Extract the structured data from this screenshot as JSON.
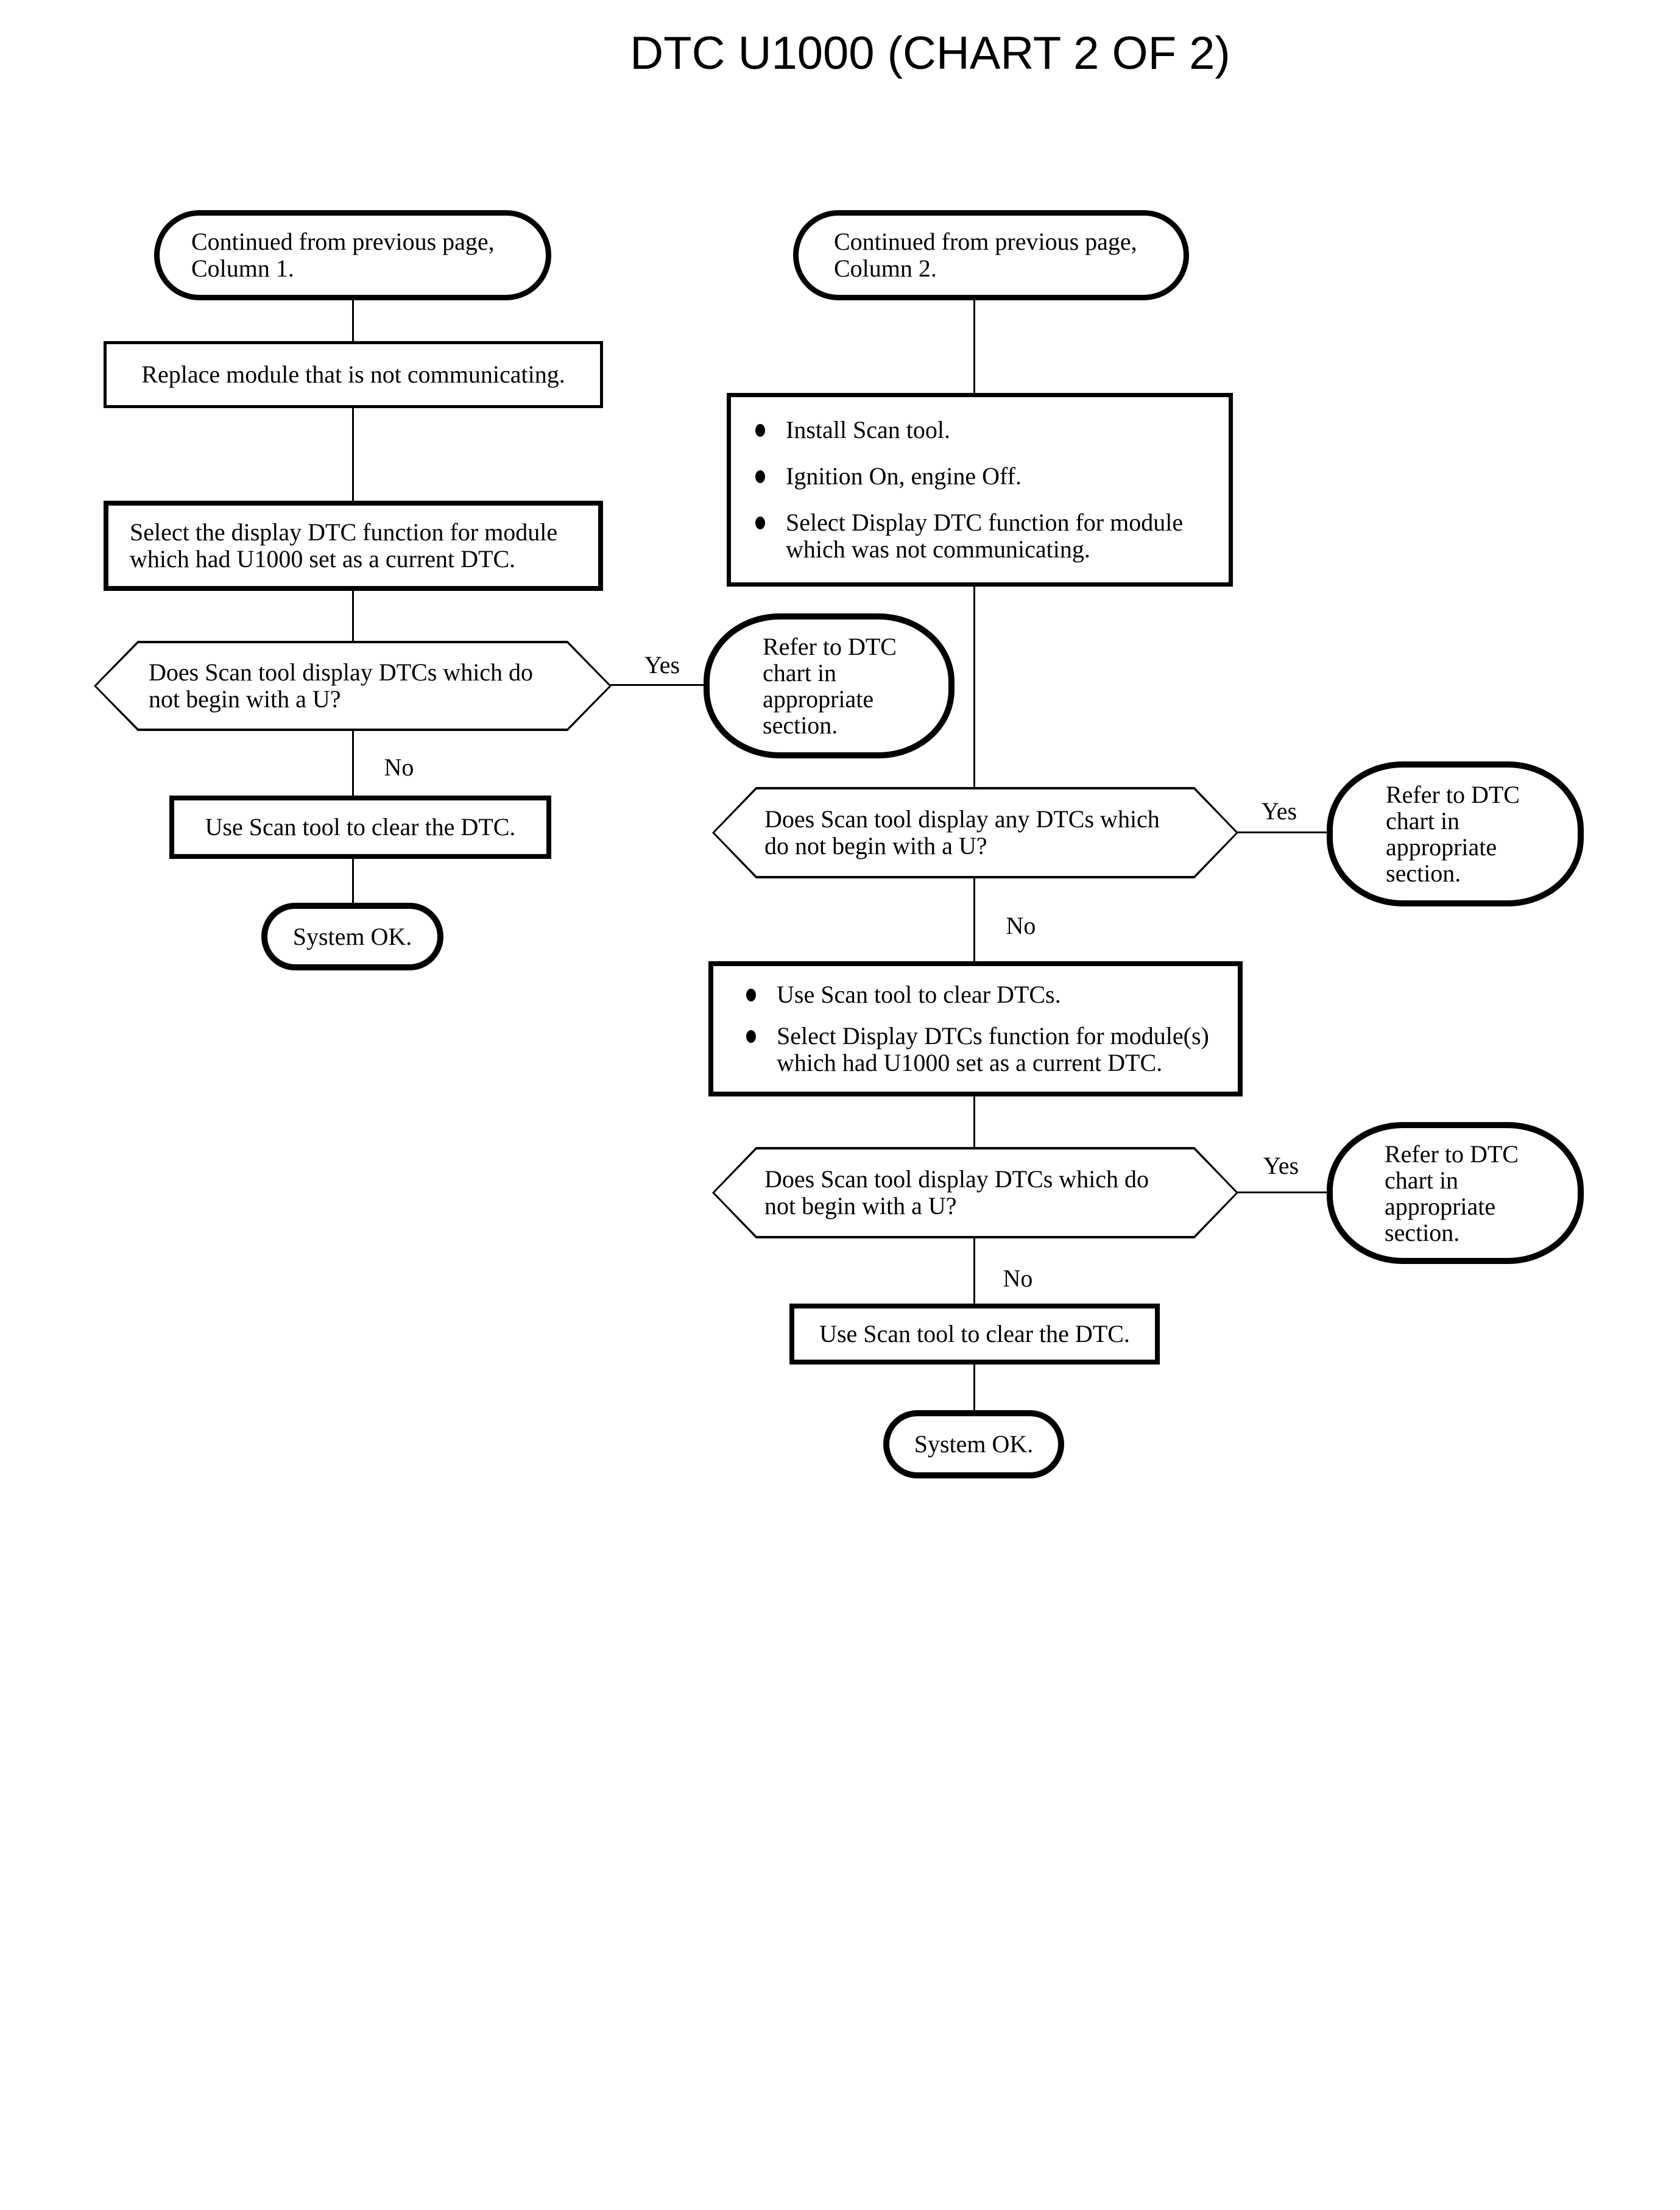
{
  "title": "DTC U1000 (CHART 2 OF 2)",
  "labels": {
    "yes": "Yes",
    "no": "No"
  },
  "left": {
    "start": "Continued from previous page,\nColumn 1.",
    "replace_module": "Replace module that is not communicating.",
    "select_display": "Select the display DTC function for module\nwhich had U1000 set as a current DTC.",
    "decision": "Does Scan tool display DTCs which do\nnot begin with a U?",
    "refer": "Refer to DTC\nchart in\nappropriate\nsection.",
    "clear_dtc": "Use Scan tool to clear the DTC.",
    "system_ok": "System OK."
  },
  "right": {
    "start": "Continued from previous page,\nColumn 2.",
    "steps1": {
      "items": [
        "Install Scan tool.",
        "Ignition On, engine Off.",
        "Select Display DTC function for module\nwhich was not communicating."
      ]
    },
    "decision1": "Does Scan tool display any DTCs which\ndo not begin with a U?",
    "refer1": "Refer to DTC\nchart in\nappropriate\nsection.",
    "steps2": {
      "items": [
        "Use Scan tool to clear DTCs.",
        "Select Display DTCs function for module(s)\nwhich had U1000 set as a current DTC."
      ]
    },
    "decision2": "Does Scan tool display DTCs which do\nnot begin with a U?",
    "refer2": "Refer to DTC\nchart in\nappropriate\nsection.",
    "clear_dtc": "Use Scan tool to clear the DTC.",
    "system_ok": "System OK."
  }
}
